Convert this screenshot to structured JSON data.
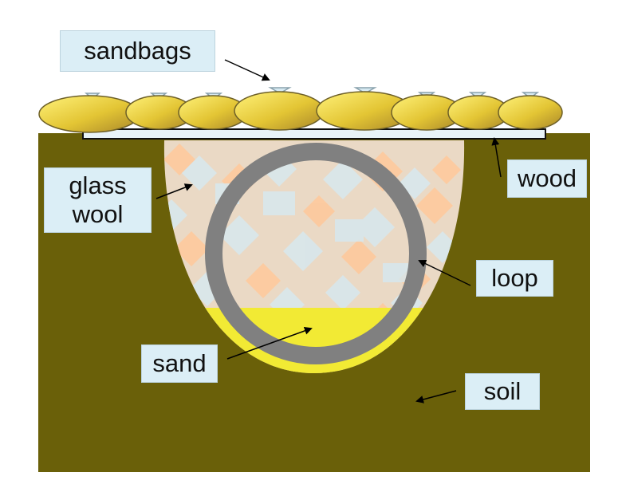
{
  "labels": {
    "sandbags": "sandbags",
    "glass_wool_line1": "glass",
    "glass_wool_line2": "wool",
    "wood": "wood",
    "loop": "loop",
    "sand": "sand",
    "soil": "soil"
  },
  "colors": {
    "soil": "#6a6009",
    "sand": "#f2ea34",
    "glass_wool": "#ead9c5",
    "glass_wool_accent": "#ffc89a",
    "glass_wool_tile": "#d6e9f1",
    "loop": "#808080",
    "wood": "#e8f3f8",
    "sandbag": "#e6c93a",
    "label_bg": "#dbeef6",
    "arrow": "#000000"
  }
}
